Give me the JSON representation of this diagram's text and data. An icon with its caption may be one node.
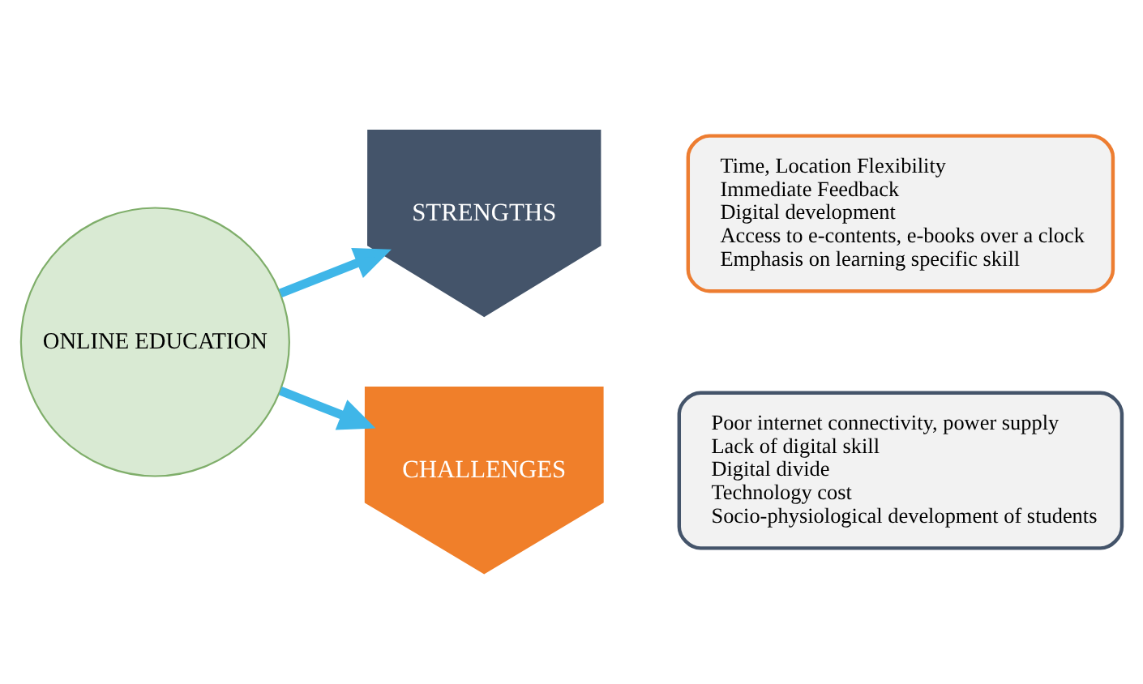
{
  "diagram": {
    "nodes": [
      {
        "text": [
          "ONLINE EDUCATION"
        ]
      },
      {
        "text": [
          "STRENGTHS"
        ]
      },
      {
        "text": [
          "Time, Location Flexibility",
          "Immediate Feedback",
          "Digital development",
          "Access to e-contents, e-books over a clock",
          "Emphasis on learning specific skill"
        ]
      },
      {
        "text": [
          "CHALLENGES"
        ]
      },
      {
        "text": [
          "Poor internet connectivity, power supply",
          "Lack of digital skill",
          "Digital divide",
          "Technology cost",
          "Socio-physiological development of students"
        ]
      }
    ],
    "edges": [
      {
        "from": 0,
        "to": 1,
        "arrow": "to"
      },
      {
        "from": 0,
        "to": 3,
        "arrow": "to"
      }
    ]
  }
}
